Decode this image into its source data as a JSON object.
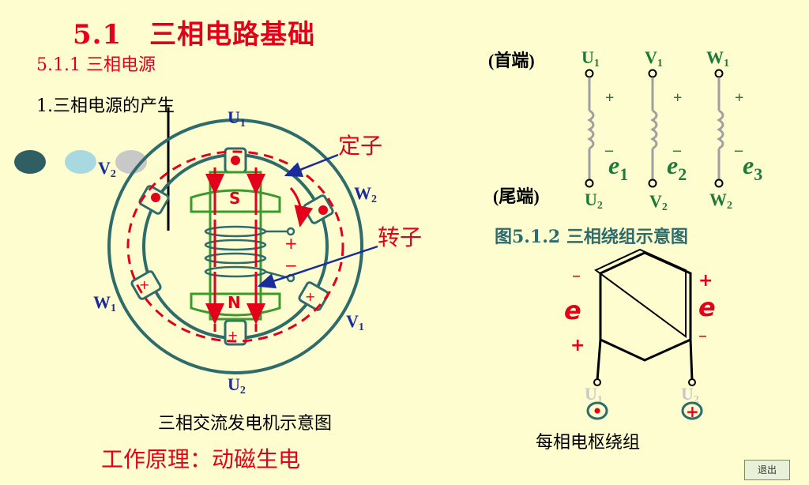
{
  "title": "5.1　三相电路基础",
  "subtitle": "5.1.1 三相电源",
  "section": "1.三相电源的产生",
  "generator": {
    "caption": "三相交流发电机示意图",
    "stator_label": "定子",
    "rotor_label": "转子",
    "pole_s": "S",
    "pole_n": "N",
    "terminals": {
      "u1": "U",
      "u1_sub": "1",
      "v2": "V",
      "v2_sub": "2",
      "w2": "W",
      "w2_sub": "2",
      "w1": "W",
      "w1_sub": "1",
      "v1": "V",
      "v1_sub": "1",
      "u2": "U",
      "u2_sub": "2"
    },
    "plus": "+",
    "minus": "−"
  },
  "windings": {
    "head_label": "(首端)",
    "tail_label": "(尾端)",
    "heads": [
      {
        "letter": "U",
        "sub": "1"
      },
      {
        "letter": "V",
        "sub": "1"
      },
      {
        "letter": "W",
        "sub": "1"
      }
    ],
    "tails": [
      {
        "letter": "U",
        "sub": "2"
      },
      {
        "letter": "V",
        "sub": "2"
      },
      {
        "letter": "W",
        "sub": "2"
      }
    ],
    "emfs": [
      {
        "letter": "e",
        "sub": "1"
      },
      {
        "letter": "e",
        "sub": "2"
      },
      {
        "letter": "e",
        "sub": "3"
      }
    ],
    "plus": "+",
    "minus": "–",
    "caption": "图5.1.2  三相绕组示意图"
  },
  "armature": {
    "caption": "每相电枢绕组",
    "emf": "e",
    "plus": "+",
    "minus": "–",
    "left_term": "U",
    "left_sub": "1",
    "right_term": "U",
    "right_sub": "2"
  },
  "principle": "工作原理：动磁生电",
  "exit_label": "退出",
  "colors": {
    "background": "#fdfdd0",
    "title_red": "#e3001b",
    "stator_teal": "#2e6b6b",
    "rotor_green": "#3a9a2e",
    "label_blue": "#1a2b9c",
    "label_green": "#1f7a3a",
    "dot1": "#2f5f62",
    "dot2": "#a8d8e0",
    "dot3": "#c8c8c8"
  }
}
